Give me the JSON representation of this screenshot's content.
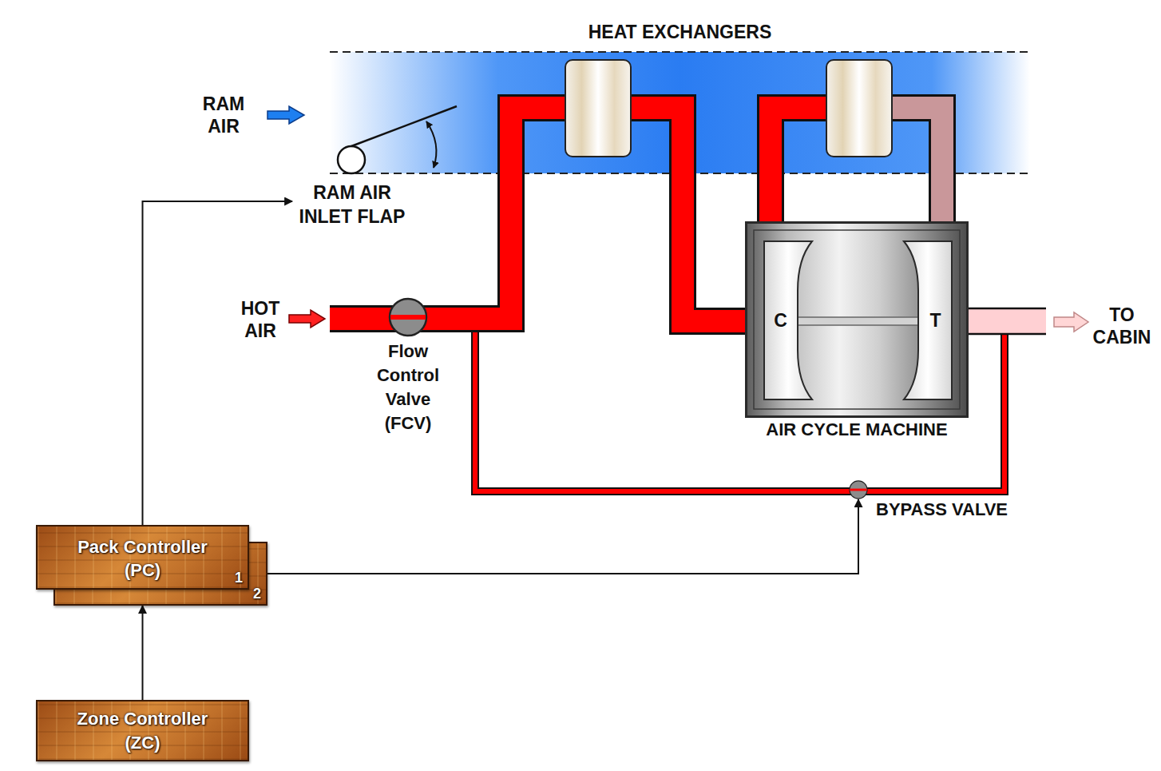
{
  "diagram": {
    "nodes": [
      {
        "text": [
          "HEAT EXCHANGERS"
        ]
      },
      {
        "text": [
          "RAM AIR INLET FLAP"
        ]
      },
      {
        "text": [
          "Flow Control Valve (FCV)"
        ]
      },
      {
        "text": [
          "AIR CYCLE MACHINE"
        ]
      },
      {
        "text": [
          "C"
        ],
        "in": 3
      },
      {
        "text": [
          "T"
        ],
        "in": 3
      },
      {
        "text": [
          "BYPASS VALVE"
        ]
      },
      {
        "text": [
          "Pack Controller (PC)",
          "1"
        ]
      },
      {
        "text": [
          "2"
        ]
      },
      {
        "text": [
          "Zone Controller (ZC)"
        ]
      }
    ],
    "edges": [
      {
        "from": 9,
        "to": 8,
        "arrow": "to"
      },
      {
        "from": 7,
        "to": 1,
        "arrow": "to"
      },
      {
        "from": 8,
        "to": 6,
        "arrow": "to"
      }
    ],
    "labels": [
      "RAM AIR",
      "HOT AIR",
      "TO CABIN"
    ]
  }
}
